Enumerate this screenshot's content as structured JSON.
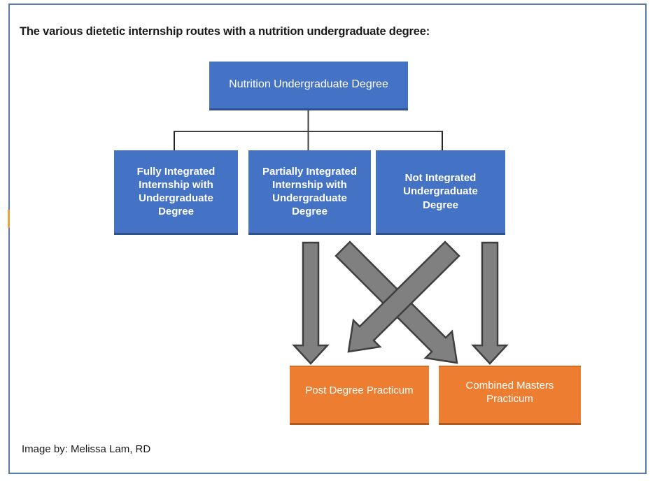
{
  "slide": {
    "title": "The various dietetic internship routes with a nutrition undergraduate degree:",
    "credit": "Image by: Melissa Lam, RD",
    "frame_color": "#5b7ca8",
    "background": "#ffffff"
  },
  "colors": {
    "blue_box": "#4472C4",
    "blue_box_shadow": "#2F528F",
    "orange_box": "#ED7D31",
    "orange_box_shadow": "#AE5A21",
    "arrow_fill": "#808080",
    "arrow_stroke": "#3F3F3F",
    "connector_line": "#404040",
    "text_on_box": "#FFFFFF",
    "title_text": "#1A1A1A"
  },
  "diagram": {
    "type": "flowchart",
    "nodes": [
      {
        "id": "top",
        "label": "Nutrition Undergraduate Degree",
        "color": "#4472C4",
        "level": 0
      },
      {
        "id": "fully",
        "label": "Fully Integrated\nInternship with\nUndergraduate\nDegree",
        "color": "#4472C4",
        "level": 1
      },
      {
        "id": "partially",
        "label": "Partially Integrated\nInternship with\nUndergraduate\nDegree",
        "color": "#4472C4",
        "level": 1
      },
      {
        "id": "not",
        "label": "Not Integrated\nUndergraduate\nDegree",
        "color": "#4472C4",
        "level": 1
      },
      {
        "id": "post",
        "label": "Post Degree Practicum",
        "color": "#ED7D31",
        "level": 2
      },
      {
        "id": "combined",
        "label": "Combined Masters\nPracticum",
        "color": "#ED7D31",
        "level": 2
      }
    ],
    "edges": [
      {
        "from": "top",
        "to": "fully",
        "style": "elbow-line"
      },
      {
        "from": "top",
        "to": "partially",
        "style": "elbow-line"
      },
      {
        "from": "top",
        "to": "not",
        "style": "elbow-line"
      },
      {
        "from": "partially",
        "to": "post",
        "style": "block-arrow-down"
      },
      {
        "from": "partially",
        "to": "combined",
        "style": "block-arrow-diagonal"
      },
      {
        "from": "not",
        "to": "post",
        "style": "block-arrow-diagonal"
      },
      {
        "from": "not",
        "to": "combined",
        "style": "block-arrow-down"
      }
    ]
  }
}
